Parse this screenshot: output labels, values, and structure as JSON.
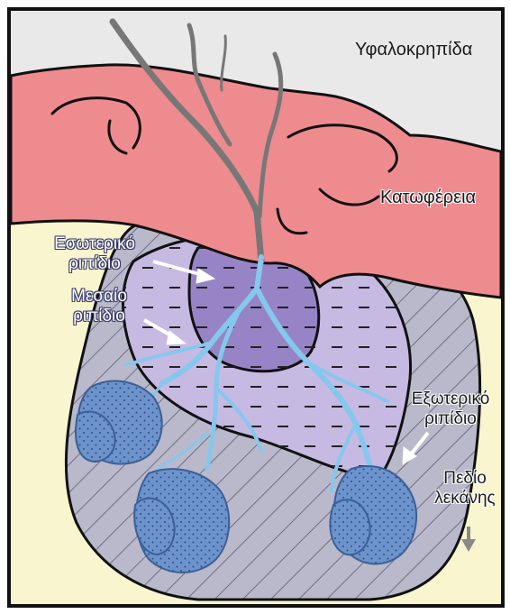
{
  "labels": {
    "crystalline_basement": "Υφαλοκρηπίδα",
    "slope": "Κατωφέρεια",
    "inner_fan_line1": "Εσωτερικό",
    "inner_fan_line2": "ριπίδιο",
    "middle_fan_line1": "Μεσαίο",
    "middle_fan_line2": "ριπίδιο",
    "outer_fan_line1": "Εξωτερικό",
    "outer_fan_line2": "ριπίδιο",
    "basin_plain_line1": "Πεδίο",
    "basin_plain_line2": "λεκάνης"
  },
  "colors": {
    "frame": "#111111",
    "shelf": "#e9e9e9",
    "background": "#f9f6cf",
    "slope": "#ee8b8f",
    "basin": "#b7b7c9",
    "middle_fan": "#c6b9e2",
    "inner_fan": "#9684c6",
    "channel": "#86c7ee",
    "lobes": "#6d93cc",
    "canyon": "#7d7d7d"
  }
}
